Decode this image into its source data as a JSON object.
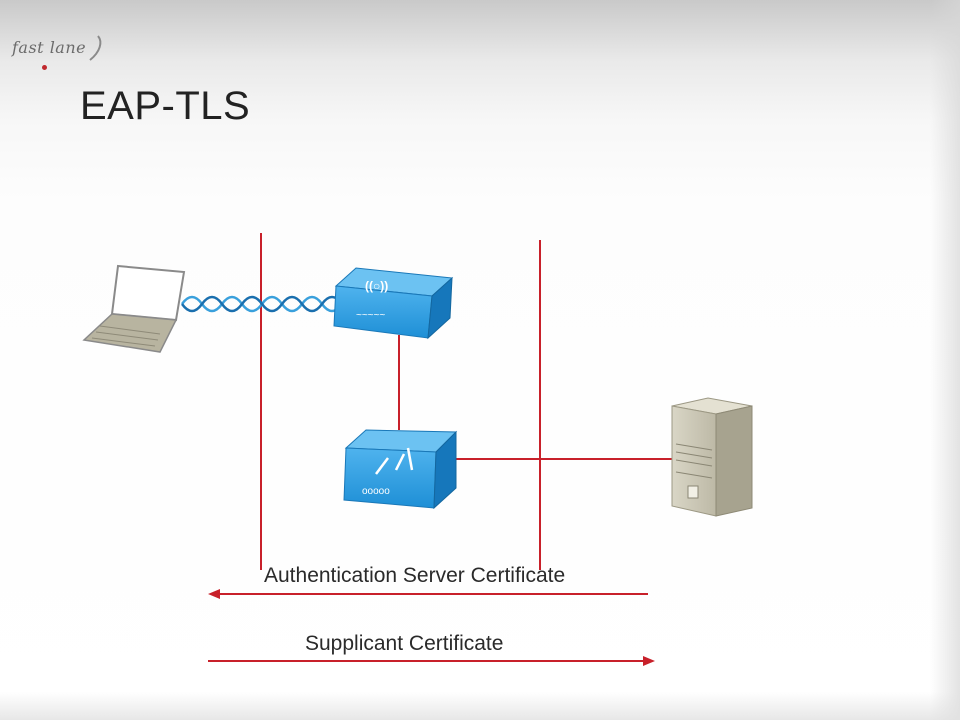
{
  "slide": {
    "logo_text": "fast lane",
    "title": "EAP-TLS"
  },
  "diagram": {
    "nodes": [
      {
        "id": "supplicant",
        "kind": "laptop"
      },
      {
        "id": "access-point",
        "kind": "wireless-access-point"
      },
      {
        "id": "switch",
        "kind": "switch"
      },
      {
        "id": "authentication-server",
        "kind": "server"
      }
    ],
    "links": [
      {
        "from": "supplicant",
        "to": "access-point",
        "style": "wireless"
      },
      {
        "from": "access-point",
        "to": "switch",
        "style": "wired"
      },
      {
        "from": "switch",
        "to": "authentication-server",
        "style": "wired"
      }
    ],
    "messages": [
      {
        "label": "Authentication Server Certificate",
        "direction": "right-to-left"
      },
      {
        "label": "Supplicant Certificate",
        "direction": "left-to-right"
      }
    ],
    "colors": {
      "line": "#c8202a",
      "device_blue": "#1e8fd6",
      "wireless_wave": "#3aa0dc"
    }
  }
}
